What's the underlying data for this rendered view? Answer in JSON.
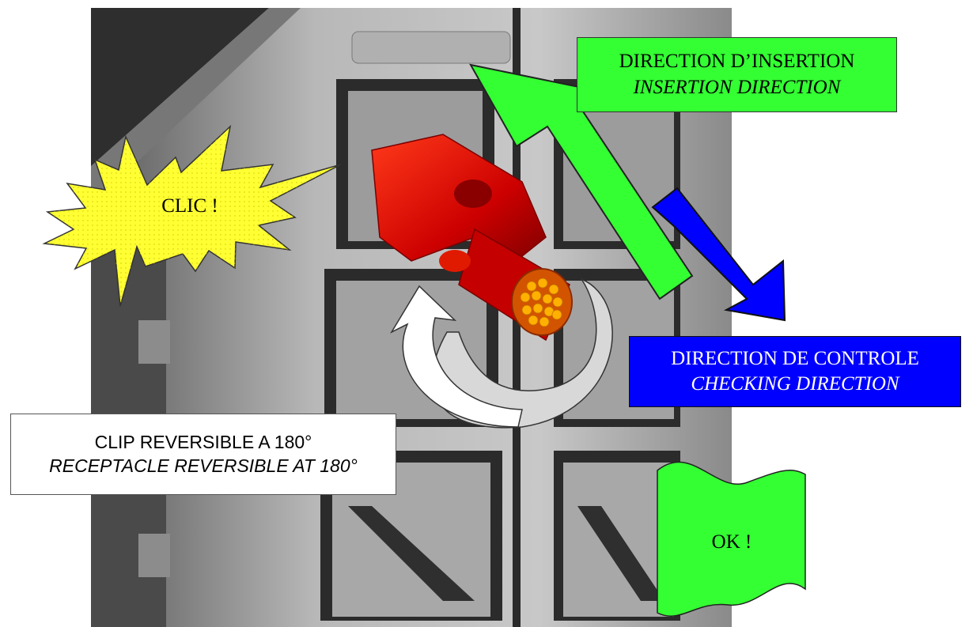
{
  "labels": {
    "insertion": {
      "fr": "DIRECTION D’INSERTION",
      "en": "INSERTION DIRECTION"
    },
    "checking": {
      "fr": "DIRECTION DE CONTROLE",
      "en": "CHECKING DIRECTION"
    },
    "clip": {
      "fr": "CLIP REVERSIBLE A 180°",
      "en": "RECEPTACLE REVERSIBLE AT 180°"
    },
    "clic": "CLIC !",
    "ok": "OK !"
  },
  "colors": {
    "insertion_arrow": "#33ff33",
    "checking_arrow": "#0000ff",
    "clic_burst": "#ffff33",
    "ok_flag": "#33ff33",
    "connector": "#cc0000",
    "cable_core": "#ffaa00",
    "housing": "#9a9a9a"
  },
  "icons": [
    "insertion-arrow-icon",
    "checking-arrow-icon",
    "rotation-arrow-icon",
    "clic-burst-icon",
    "ok-flag-icon"
  ]
}
